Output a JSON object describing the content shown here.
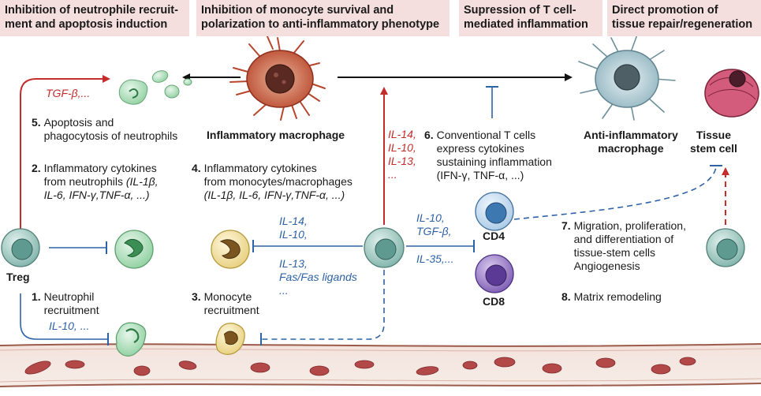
{
  "headers": {
    "h1": "Inhibition of neutrophile recruit-\nment and apoptosis induction",
    "h2": "Inhibition of monocyte survival and\npolarization to anti-inflammatory phenotype",
    "h3": "Supression of T cell-\nmediated inflammation",
    "h4": "Direct promotion of\ntissue repair/regeneration"
  },
  "labels": {
    "treg": "Treg",
    "inflam_macro": "Inflammatory macrophage",
    "anti_macro": "Anti-inflammatory\nmacrophage",
    "tissue_stem": "Tissue\nstem cell",
    "cd4": "CD4",
    "cd8": "CD8"
  },
  "steps": {
    "s1_num": "1.",
    "s1_text": "Neutrophil\nrecruitment",
    "s2_num": "2.",
    "s2_text_a": "Inflammatory cytokines\nfrom neutrophils ",
    "s2_text_b": "(IL-1β,\nIL-6, IFN-γ,TNF-α, ...)",
    "s3_num": "3.",
    "s3_text": "Monocyte\nrecruitment",
    "s4_num": "4.",
    "s4_text_a": "Inflammatory cytokines\nfrom monocytes/macrophages",
    "s4_text_b": "(IL-1β, IL-6, IFN-γ,TNF-α, ...)",
    "s5_num": "5.",
    "s5_text": "Apoptosis and\nphagocytosis of neutrophils",
    "s6_num": "6.",
    "s6_text": "Conventional T cells\nexpress cytokines\nsustaining inflammation\n(IFN-γ, TNF-α, ...)",
    "s7_num": "7.",
    "s7_text": "Migration, proliferation,\nand differentiation of\ntissue-stem cells\nAngiogenesis",
    "s8_num": "8.",
    "s8_text": "Matrix remodeling"
  },
  "cytokines": {
    "tgf_red": "TGF-β,...",
    "il_red": "IL-14,\nIL-10,\nIL-13,\n...",
    "il10_blue": "IL-10, ...",
    "mono_blue_top": "IL-14,\nIL-10,",
    "mono_blue_bottom": "IL-13,\nFas/Fas ligands\n...",
    "tcell_blue_top": "IL-10,\nTGF-β,",
    "tcell_blue_bottom": "IL-35,..."
  },
  "colors": {
    "header_bg": "#f5dede",
    "red_arrow": "#c42b2b",
    "blue_arrow": "#2e62a6",
    "treg_cell": "#9ec9c0",
    "neutrophil": "#b9e3c2",
    "monocyte": "#f3e3a6",
    "cd4": "#cfe3f3",
    "cd8": "#a98fcf",
    "inflam_macro": "#c85a3c",
    "anti_macro": "#b8d3dc",
    "stem_cell": "#d05a7a",
    "vessel": "#f1e2dc",
    "rbc": "#b84a4a"
  }
}
